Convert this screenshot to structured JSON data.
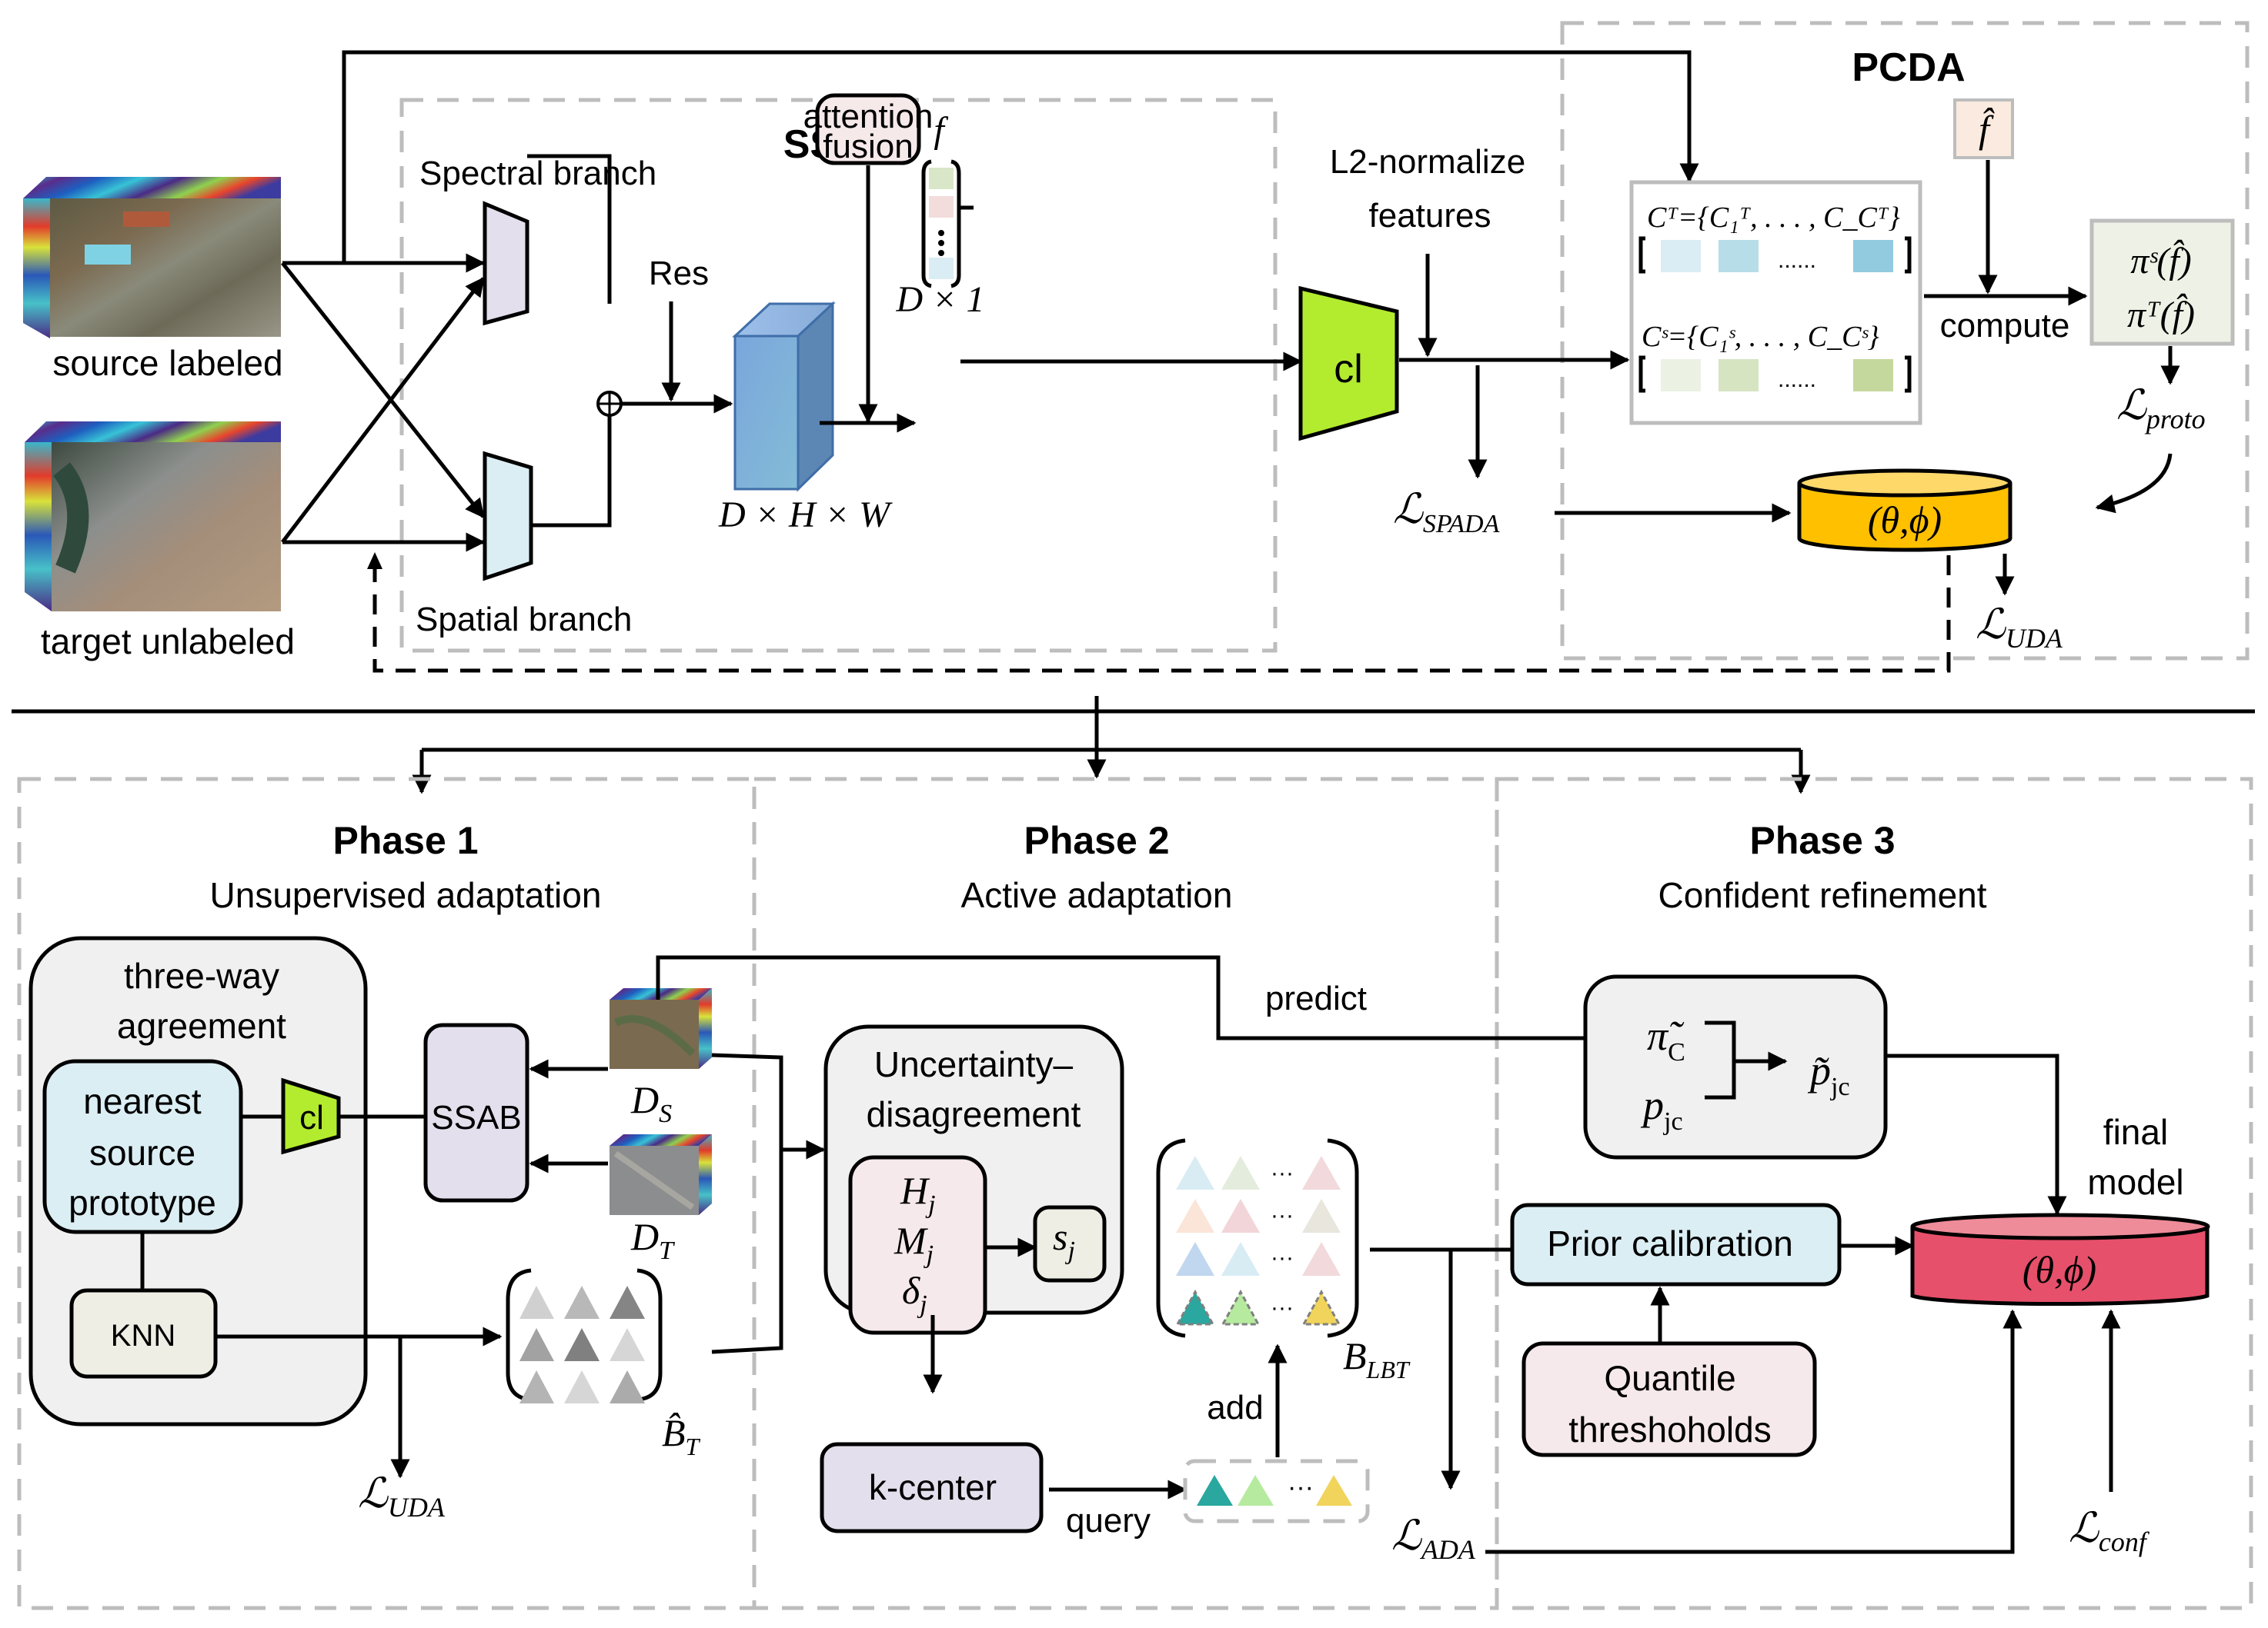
{
  "top": {
    "inputs": {
      "source_label": "source labeled",
      "target_label": "target unlabeled"
    },
    "ssab": {
      "title": "SSAB",
      "spectral_branch": "Spectral branch",
      "spatial_branch": "Spatial branch",
      "res_label": "Res",
      "attention_fusion_line1": "attention",
      "attention_fusion_line2": "fusion",
      "cube_dims": "D × H × W",
      "feature_symbol": "f",
      "vector_dims": "D × 1"
    },
    "classifier_label": "cl",
    "l2_label_line1": "L2-normalize",
    "l2_label_line2": "features",
    "loss_spada": "ℒ",
    "loss_spada_sub": "SPADA",
    "pcda": {
      "title": "PCDA",
      "f_hat": "f̂",
      "target_prototypes": "Cᵀ={C₁ᵀ, . . . , C_Cᵀ}",
      "source_prototypes": "Cˢ={C₁ˢ, . . . , C_Cˢ}",
      "ellipsis": "......",
      "compute_label": "compute",
      "pi_s": "πˢ(f̂)",
      "pi_t": "πᵀ(f̂)",
      "loss_proto": "ℒ",
      "loss_proto_sub": "proto",
      "params": "(θ,ϕ)",
      "loss_uda": "ℒ",
      "loss_uda_sub": "UDA"
    }
  },
  "phases": [
    {
      "title": "Phase 1",
      "subtitle": "Unsupervised adaptation",
      "three_way_line1": "three-way",
      "three_way_line2": "agreement",
      "nearest_line1": "nearest",
      "nearest_line2": "source",
      "nearest_line3": "prototype",
      "cl_label": "cl",
      "ssab_label": "SSAB",
      "knn_label": "KNN",
      "ds_label": "D",
      "ds_sub": "S",
      "dt_label": "D",
      "dt_sub": "T",
      "bt_label": "B̂",
      "bt_sub": "T",
      "loss_uda": "ℒ",
      "loss_uda_sub": "UDA"
    },
    {
      "title": "Phase 2",
      "subtitle": "Active adaptation",
      "predict_label": "predict",
      "ud_line1": "Uncertainty–",
      "ud_line2": "disagreement",
      "h_j": "H",
      "m_j": "M",
      "delta_j": "δ",
      "sub_j": "j",
      "s_j": "s",
      "kcenter_label": "k-center",
      "query_label": "query",
      "add_label": "add",
      "blbt_label": "B",
      "blbt_sub": "LBT",
      "dots": "···",
      "loss_ada": "ℒ",
      "loss_ada_sub": "ADA"
    },
    {
      "title": "Phase 3",
      "subtitle": "Confident refinement",
      "pi_c": "π̃",
      "pi_c_sub": "C",
      "p_jc": "p",
      "p_jc_sub": "jc",
      "p_tilde_jc": "p̃",
      "p_tilde_jc_sub": "jc",
      "prior_calibration": "Prior calibration",
      "quantile_line1": "Quantile",
      "quantile_line2": "threshoholds",
      "final_line1": "final",
      "final_line2": "model",
      "params": "(θ,ϕ)",
      "loss_conf": "ℒ",
      "loss_conf_sub": "conf"
    }
  ],
  "colors": {
    "spectral_fill": "#e4dfec",
    "spatial_fill": "#dbeef4",
    "cube_blue": "#6f9fd3",
    "attention_fill": "#f6e9e9",
    "classifier_green": "#b3eb2f",
    "pcda_cylinder": "#ffc000",
    "final_cylinder": "#e6506a",
    "ssab_small_fill": "#e4dfec",
    "knn_fill": "#eeeee4",
    "prior_fill": "#dbeef4",
    "quantile_fill": "#f6e9eb",
    "panel_gray": "#f0f0f0"
  }
}
